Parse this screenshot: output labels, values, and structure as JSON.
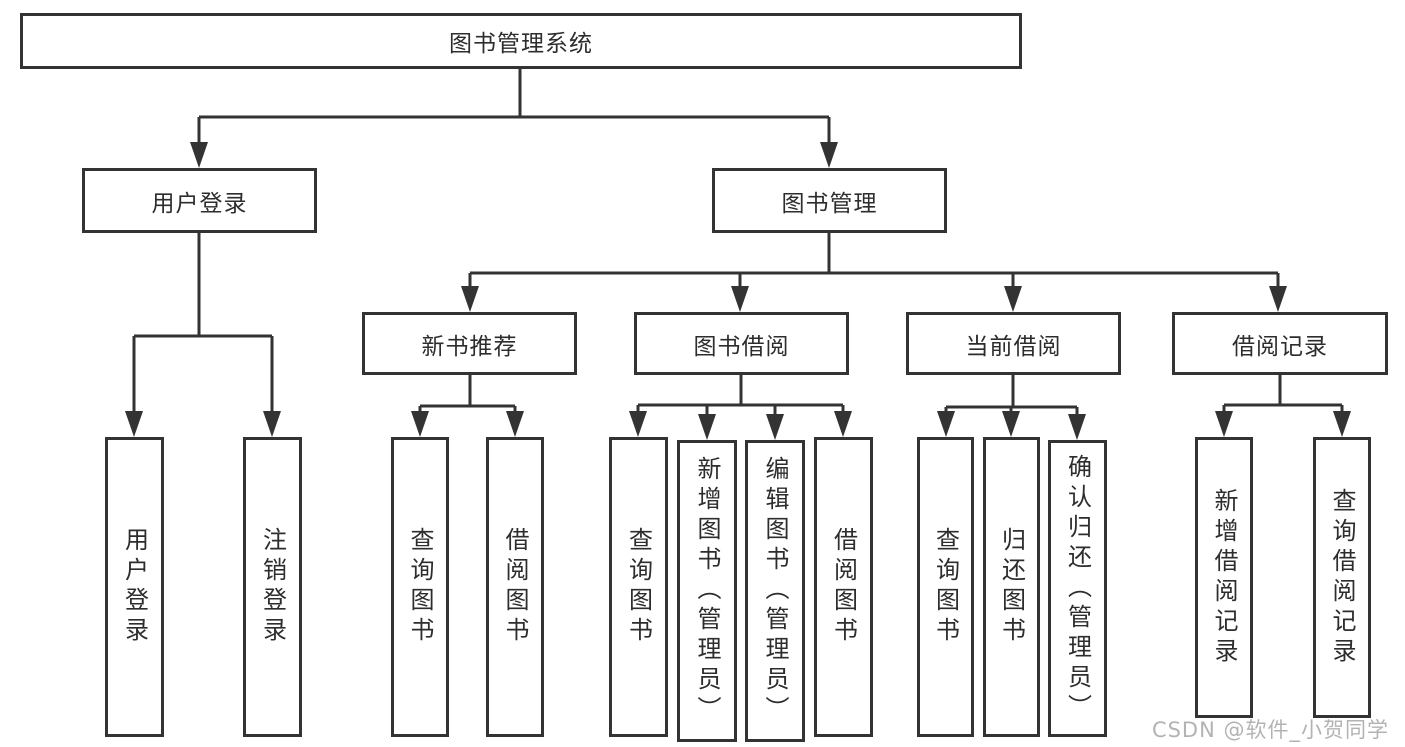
{
  "diagram_type": "function-structure-tree",
  "tree": {
    "label": "图书管理系统",
    "children": [
      {
        "label": "用户登录",
        "children": [
          {
            "label": "用户登录"
          },
          {
            "label": "注销登录"
          }
        ]
      },
      {
        "label": "图书管理",
        "children": [
          {
            "label": "新书推荐",
            "children": [
              {
                "label": "查询图书"
              },
              {
                "label": "借阅图书"
              }
            ]
          },
          {
            "label": "图书借阅",
            "children": [
              {
                "label": "查询图书"
              },
              {
                "label": "新增图书（管理员）"
              },
              {
                "label": "编辑图书（管理员）"
              },
              {
                "label": "借阅图书"
              }
            ]
          },
          {
            "label": "当前借阅",
            "children": [
              {
                "label": "查询图书"
              },
              {
                "label": "归还图书"
              },
              {
                "label": "确认归还（管理员）"
              }
            ]
          },
          {
            "label": "借阅记录",
            "children": [
              {
                "label": "新增借阅记录"
              },
              {
                "label": "查询借阅记录"
              }
            ]
          }
        ]
      }
    ]
  },
  "watermark": {
    "text": "CSDN @软件_小贺同学"
  },
  "colors": {
    "line": "#333333",
    "text": "#2d2d2d",
    "box_fill": "#ffffff",
    "background": "#ffffff",
    "watermark": "#b3b3b3"
  }
}
